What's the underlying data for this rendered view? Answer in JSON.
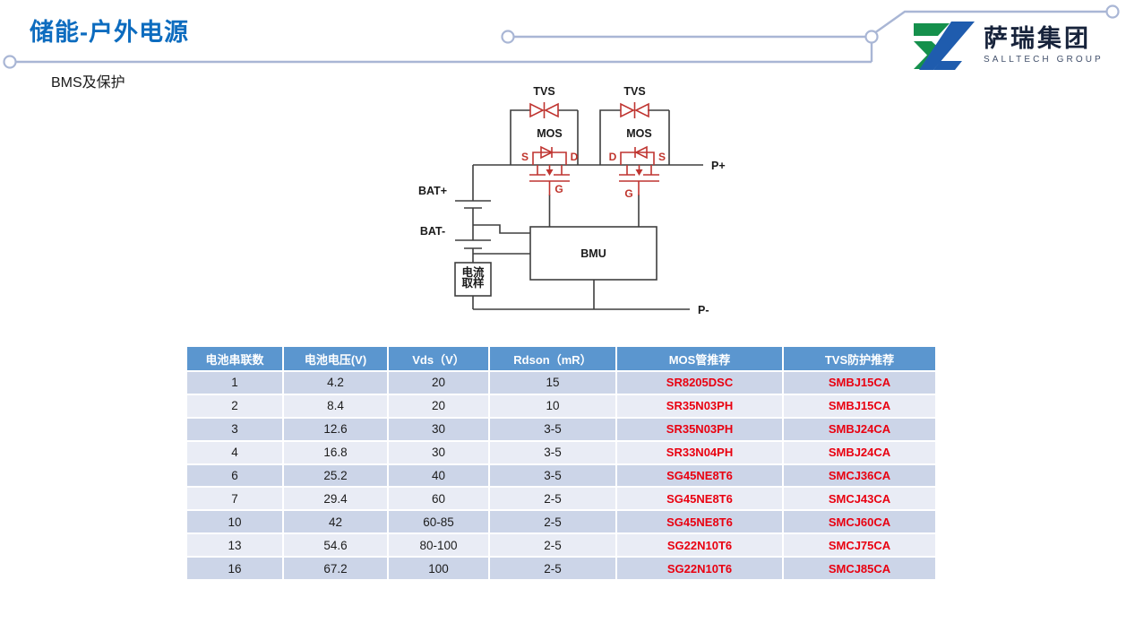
{
  "slide": {
    "title": "储能-户外电源",
    "subtitle": "BMS及保护"
  },
  "logo": {
    "name_cn": "萨瑞集团",
    "name_en": "SALLTECH GROUP"
  },
  "colors": {
    "title_blue": "#0d6cbf",
    "connector_line": "#a9b6d5",
    "table_header_blue": "#5b96cf",
    "table_row_odd": "#ccd5e8",
    "table_row_even": "#e9ecf5",
    "table_red_text": "#e90010",
    "circuit_red": "#bf3430",
    "circuit_black": "#3f3f3f",
    "logo_green": "#15904c",
    "logo_blue": "#1f5cae"
  },
  "circuit": {
    "labels": {
      "tvs_left": "TVS",
      "tvs_right": "TVS",
      "mos_left": "MOS",
      "mos_right": "MOS",
      "s_left": "S",
      "d_left": "D",
      "g_left": "G",
      "d_right": "D",
      "s_right": "S",
      "g_right": "G",
      "bat_plus": "BAT+",
      "bat_minus": "BAT-",
      "bmu": "BMU",
      "current_sample_line1": "电流",
      "current_sample_line2": "取样",
      "p_plus": "P+",
      "p_minus": "P-"
    }
  },
  "table": {
    "headers": [
      "电池串联数",
      "电池电压(V)",
      "Vds（V）",
      "Rdson（mR）",
      "MOS管推荐",
      "TVS防护推荐"
    ],
    "rows": [
      [
        "1",
        "4.2",
        "20",
        "15",
        "SR8205DSC",
        "SMBJ15CA"
      ],
      [
        "2",
        "8.4",
        "20",
        "10",
        "SR35N03PH",
        "SMBJ15CA"
      ],
      [
        "3",
        "12.6",
        "30",
        "3-5",
        "SR35N03PH",
        "SMBJ24CA"
      ],
      [
        "4",
        "16.8",
        "30",
        "3-5",
        "SR33N04PH",
        "SMBJ24CA"
      ],
      [
        "6",
        "25.2",
        "40",
        "3-5",
        "SG45NE8T6",
        "SMCJ36CA"
      ],
      [
        "7",
        "29.4",
        "60",
        "2-5",
        "SG45NE8T6",
        "SMCJ43CA"
      ],
      [
        "10",
        "42",
        "60-85",
        "2-5",
        "SG45NE8T6",
        "SMCJ60CA"
      ],
      [
        "13",
        "54.6",
        "80-100",
        "2-5",
        "SG22N10T6",
        "SMCJ75CA"
      ],
      [
        "16",
        "67.2",
        "100",
        "2-5",
        "SG22N10T6",
        "SMCJ85CA"
      ]
    ]
  }
}
